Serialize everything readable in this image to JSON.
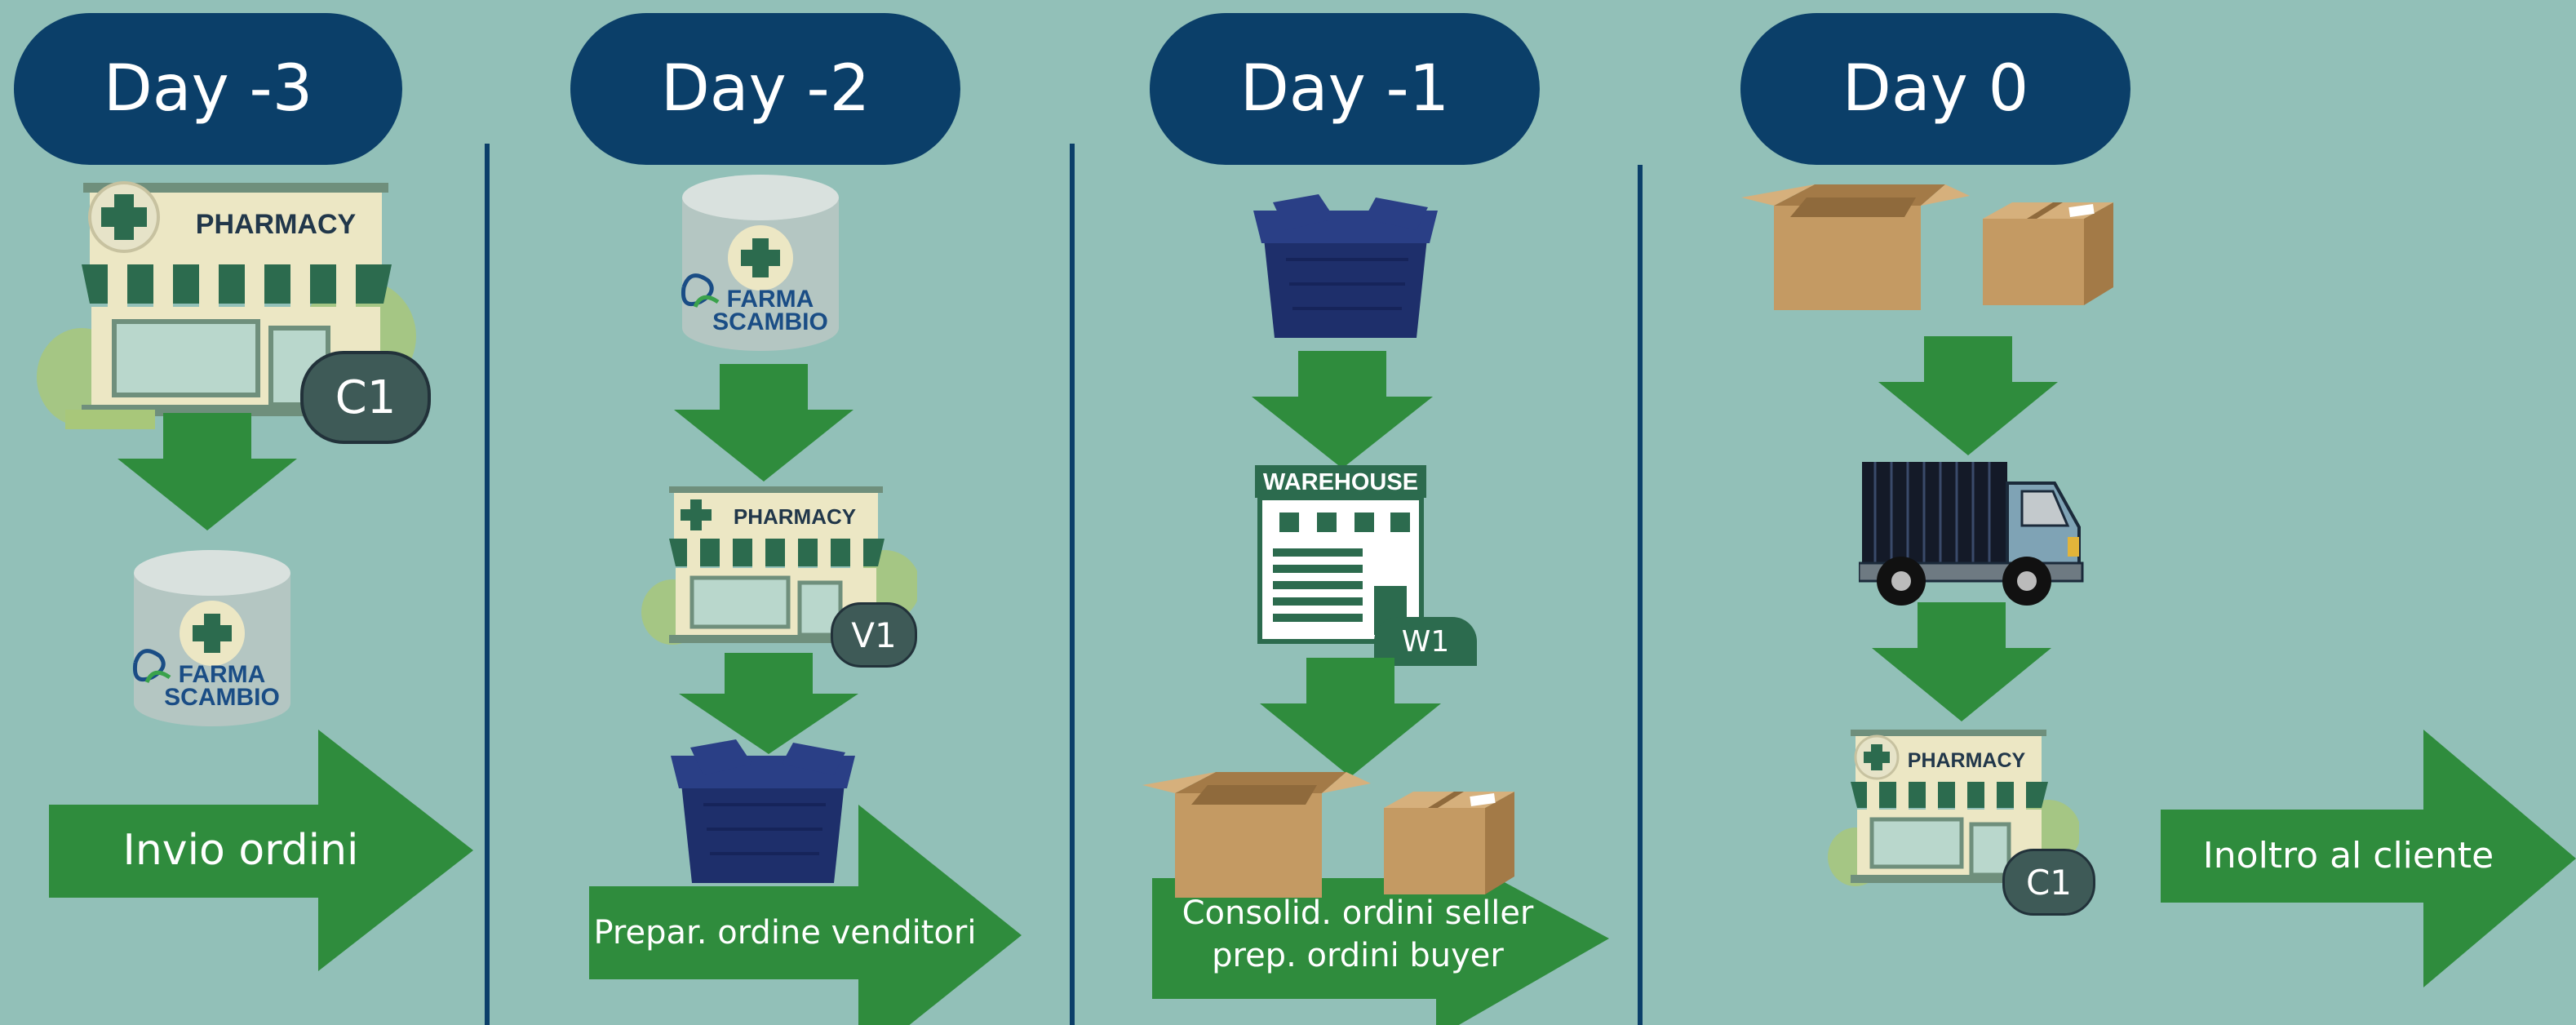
{
  "days": [
    {
      "label": "Day -3"
    },
    {
      "label": "Day -2"
    },
    {
      "label": "Day -1"
    },
    {
      "label": "Day 0"
    }
  ],
  "steps": {
    "day_minus_3": "Invio ordini",
    "day_minus_2": "Prepar. ordine venditori",
    "day_minus_1_line1": "Consolid. ordini seller",
    "day_minus_1_line2": "prep. ordini buyer",
    "day_0": "Inoltro al cliente"
  },
  "logo": {
    "line1": "FARMA",
    "line2": "SCAMBIO"
  },
  "signs": {
    "pharmacy": "PHARMACY",
    "warehouse": "WAREHOUSE"
  },
  "badges": {
    "customer": "C1",
    "vendor": "V1",
    "warehouse": "W1"
  },
  "icons": [
    "pharmacy-store-icon",
    "database-cylinder-icon",
    "plastic-crate-icon",
    "warehouse-building-icon",
    "cardboard-box-icon",
    "delivery-truck-icon",
    "down-arrow-icon"
  ],
  "colors": {
    "background": "#92c0b8",
    "pill": "#0b3f69",
    "arrow": "#2f8c3d",
    "pharmacy_green": "#2c6b4e",
    "crate": "#1e2f6b",
    "box": "#c49a63"
  }
}
